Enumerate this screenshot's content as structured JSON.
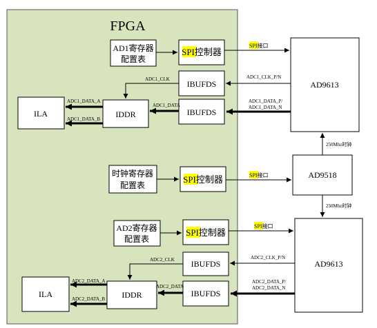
{
  "top_cut_text": "",
  "fpga": {
    "label": "FPGA",
    "fill": "#d7e4bd"
  },
  "colors": {
    "highlight": "#ffff00",
    "line": "#000000",
    "box": "#ffffff"
  },
  "group1": {
    "reg_table": [
      "AD1寄存器",
      "配置表"
    ],
    "spi_ctrl": {
      "hl": "SPI",
      "rest": "控制器"
    },
    "ibufds_clk": "IBUFDS",
    "ibufds_data": "IBUFDS",
    "iddr": "IDDR",
    "ila": "ILA",
    "adc": "AD9613",
    "spi_iface": {
      "hl": "SPI",
      "rest": "接口"
    },
    "clk_pn": "ADC1_CLK_P/N",
    "data_pn": [
      "ADC1_DATA_P/",
      "ADC1_DATA_N"
    ],
    "clk_sig": "ADC1_CLK",
    "data_sig": "ADC1_DATA",
    "data_a": "ADC1_DATA_A",
    "data_b": "ADC1_DATA_B"
  },
  "clock": {
    "reg_table": [
      "时钟寄存器",
      "配置表"
    ],
    "spi_ctrl": {
      "hl": "SPI",
      "rest": "控制器"
    },
    "spi_iface": {
      "hl": "SPI",
      "rest": "接口"
    },
    "chip": "AD9518",
    "clk_up": "250Mhz时钟",
    "clk_down": "250Mhz时钟"
  },
  "group2": {
    "reg_table": [
      "AD2寄存器",
      "配置表"
    ],
    "spi_ctrl": {
      "hl": "SPI",
      "rest": "控制器"
    },
    "ibufds_clk": "IBUFDS",
    "ibufds_data": "IBUFDS",
    "iddr": "IDDR",
    "ila": "ILA",
    "adc": "AD9613",
    "spi_iface": {
      "hl": "SPI",
      "rest": "接口"
    },
    "clk_pn": "ADC2_CLK_P/N",
    "data_pn": [
      "ADC2_DATA_P/",
      "ADC2_DATA_N"
    ],
    "clk_sig": "ADC2_CLK",
    "data_sig": "ADC2_DATA",
    "data_a": "ADC2_DATA_A",
    "data_b": "ADC2_DATA_B"
  }
}
